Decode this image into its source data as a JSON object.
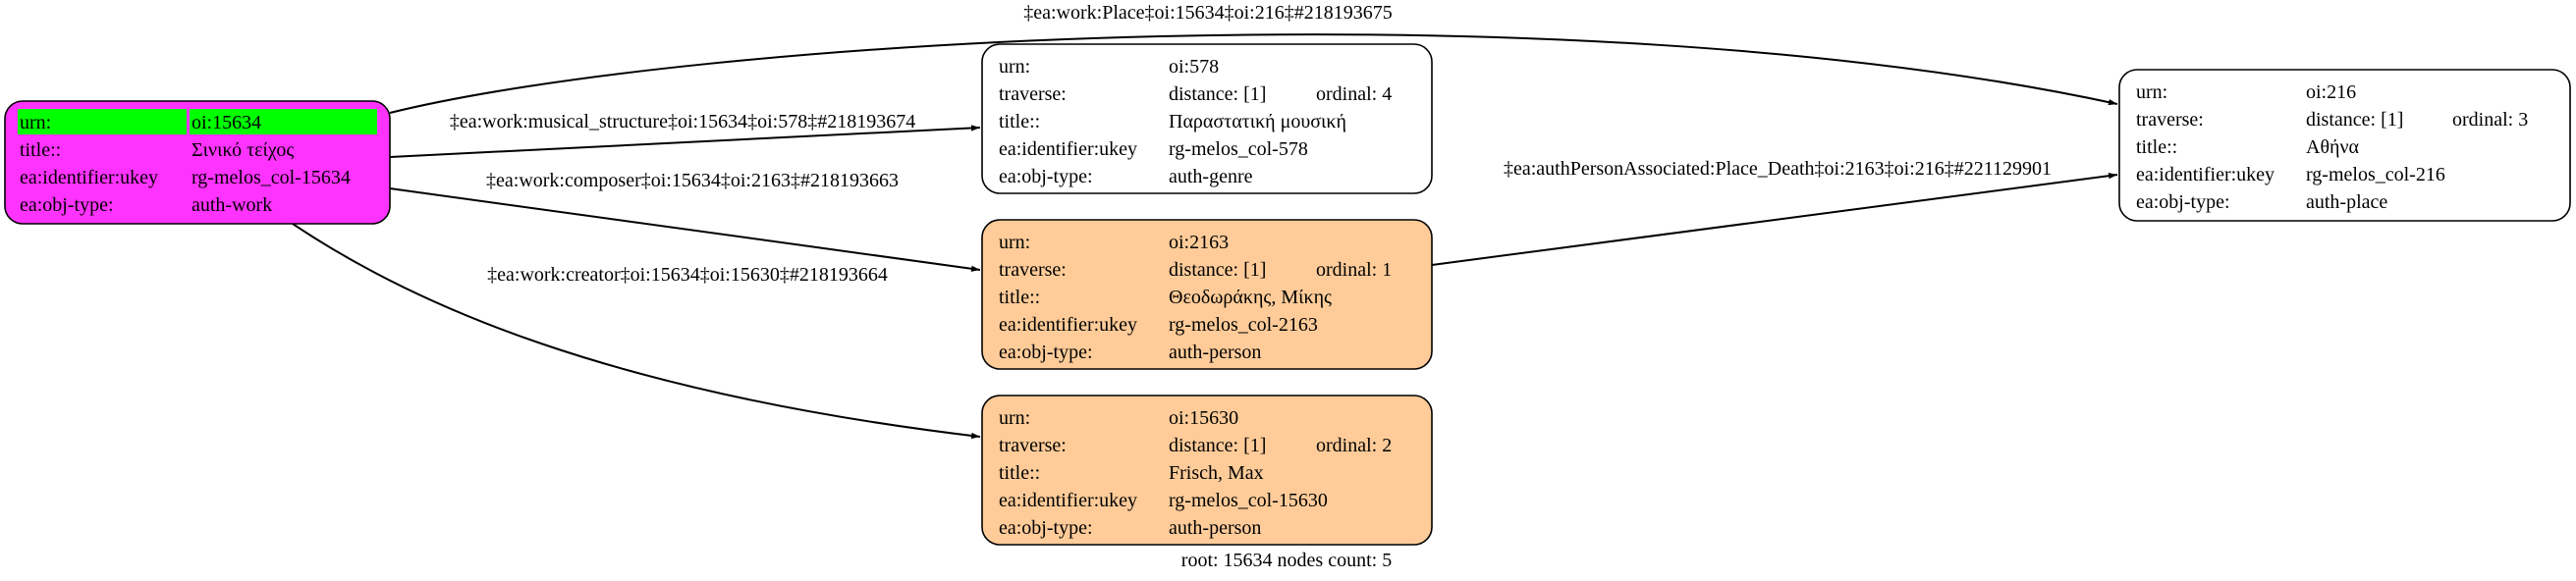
{
  "colors": {
    "root_fill": "#ff33ff",
    "root_highlight": "#00ff00",
    "person_fill": "#ffcc99",
    "default_fill": "#ffffff",
    "stroke": "#000000"
  },
  "nodes": [
    {
      "id": "15634",
      "fill": "#ff33ff",
      "rows": [
        {
          "key": "urn:",
          "value": "oi:15634",
          "highlight": true
        },
        {
          "key": "title::",
          "value": "Σινικό τείχος"
        },
        {
          "key": "ea:identifier:ukey",
          "value": "rg-melos_col-15634"
        },
        {
          "key": "ea:obj-type:",
          "value": "auth-work"
        }
      ]
    },
    {
      "id": "578",
      "fill": "#ffffff",
      "rows": [
        {
          "key": "urn:",
          "value": "oi:578"
        },
        {
          "key": "traverse:",
          "value": "distance: [1]",
          "extra": "ordinal: 4"
        },
        {
          "key": "title::",
          "value": "Παραστατική μουσική"
        },
        {
          "key": "ea:identifier:ukey",
          "value": "rg-melos_col-578"
        },
        {
          "key": "ea:obj-type:",
          "value": "auth-genre"
        }
      ]
    },
    {
      "id": "2163",
      "fill": "#ffcc99",
      "rows": [
        {
          "key": "urn:",
          "value": "oi:2163"
        },
        {
          "key": "traverse:",
          "value": "distance: [1]",
          "extra": "ordinal: 1"
        },
        {
          "key": "title::",
          "value": "Θεοδωράκης, Μίκης"
        },
        {
          "key": "ea:identifier:ukey",
          "value": "rg-melos_col-2163"
        },
        {
          "key": "ea:obj-type:",
          "value": "auth-person"
        }
      ]
    },
    {
      "id": "15630",
      "fill": "#ffcc99",
      "rows": [
        {
          "key": "urn:",
          "value": "oi:15630"
        },
        {
          "key": "traverse:",
          "value": "distance: [1]",
          "extra": "ordinal: 2"
        },
        {
          "key": "title::",
          "value": "Frisch, Max"
        },
        {
          "key": "ea:identifier:ukey",
          "value": "rg-melos_col-15630"
        },
        {
          "key": "ea:obj-type:",
          "value": "auth-person"
        }
      ]
    },
    {
      "id": "216",
      "fill": "#ffffff",
      "rows": [
        {
          "key": "urn:",
          "value": "oi:216"
        },
        {
          "key": "traverse:",
          "value": "distance: [1]",
          "extra": "ordinal: 3"
        },
        {
          "key": "title::",
          "value": "Αθήνα"
        },
        {
          "key": "ea:identifier:ukey",
          "value": "rg-melos_col-216"
        },
        {
          "key": "ea:obj-type:",
          "value": "auth-place"
        }
      ]
    }
  ],
  "edges": [
    {
      "from": "15634",
      "to": "216",
      "label": "‡ea:work:Place‡oi:15634‡oi:216‡#218193675"
    },
    {
      "from": "15634",
      "to": "578",
      "label": "‡ea:work:musical_structure‡oi:15634‡oi:578‡#218193674"
    },
    {
      "from": "15634",
      "to": "2163",
      "label": "‡ea:work:composer‡oi:15634‡oi:2163‡#218193663"
    },
    {
      "from": "15634",
      "to": "15630",
      "label": "‡ea:work:creator‡oi:15634‡oi:15630‡#218193664"
    },
    {
      "from": "2163",
      "to": "216",
      "label": "‡ea:authPersonAssociated:Place_Death‡oi:2163‡oi:216‡#221129901"
    }
  ],
  "footer": "root: 15634 nodes count: 5"
}
